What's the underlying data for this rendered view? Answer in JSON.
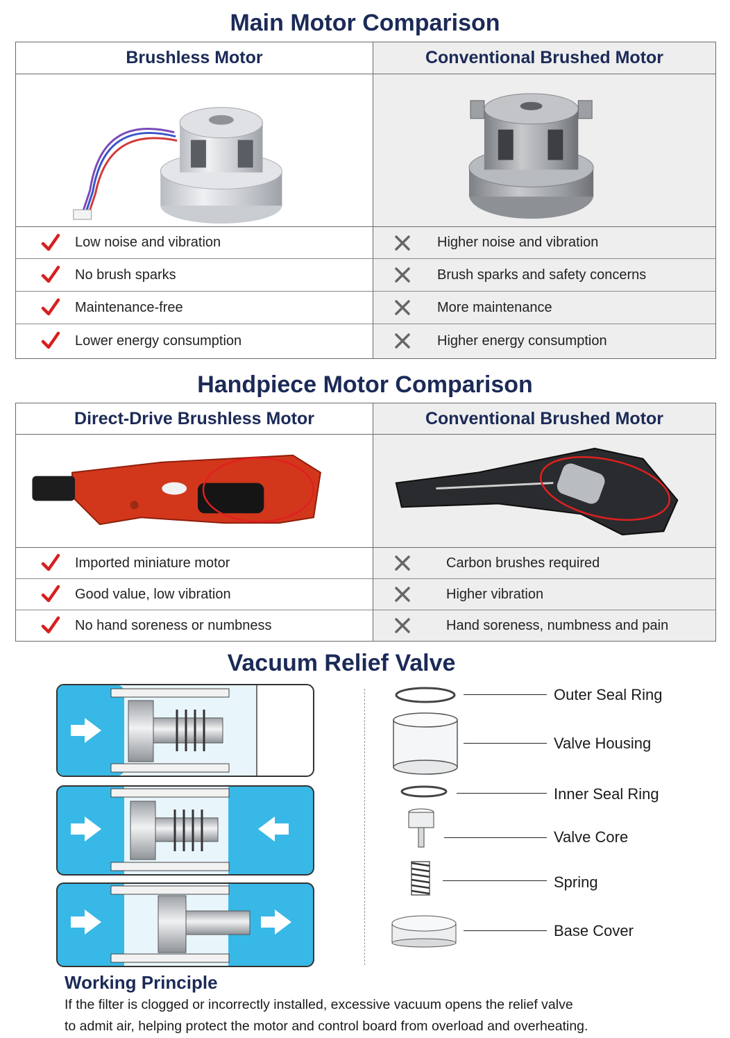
{
  "main_motor": {
    "title": "Main Motor Comparison",
    "left_header": "Brushless Motor",
    "right_header": "Conventional Brushed Motor",
    "left_items": [
      "Low noise and vibration",
      "No brush sparks",
      "Maintenance-free",
      "Lower energy consumption"
    ],
    "right_items": [
      "Higher noise and vibration",
      "Brush sparks and safety concerns",
      "More maintenance",
      "Higher energy consumption"
    ]
  },
  "handpiece_motor": {
    "title": "Handpiece Motor Comparison",
    "left_header": "Direct-Drive Brushless Motor",
    "right_header": "Conventional Brushed Motor",
    "left_items": [
      "Imported miniature motor",
      "Good value, low vibration",
      "No hand soreness or numbness"
    ],
    "right_items": [
      "Carbon brushes required",
      "Higher vibration",
      "Hand soreness, numbness and pain"
    ]
  },
  "valve": {
    "title": "Vacuum Relief Valve",
    "parts": [
      "Outer Seal Ring",
      "Valve Housing",
      "Inner Seal Ring",
      "Valve Core",
      "Spring",
      "Base Cover"
    ]
  },
  "principle": {
    "title": "Working Principle",
    "line1": "If the filter is clogged or incorrectly installed, excessive vacuum opens the relief valve",
    "line2": "to admit air, helping protect the motor and control board from overload and overheating."
  },
  "icons": {
    "check": "check-icon",
    "cross": "cross-icon",
    "arrow": "arrow-icon"
  },
  "colors": {
    "heading": "#1b2a57",
    "check": "#d81e1e",
    "cross": "#666666",
    "water": "#38b8e6",
    "handpiece_red": "#d2371c"
  }
}
